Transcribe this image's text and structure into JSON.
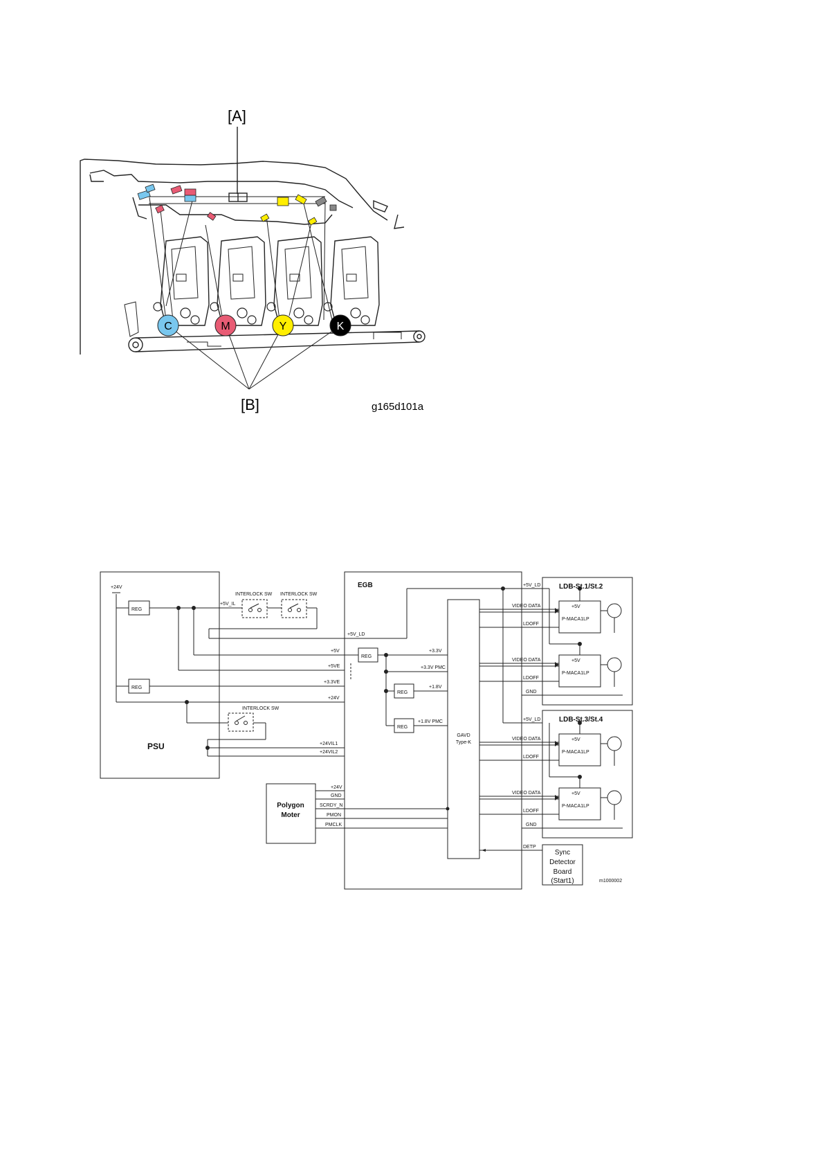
{
  "figure1": {
    "label_a": "[A]",
    "label_b": "[B]",
    "code": "g165d101a",
    "drums": [
      {
        "letter": "C",
        "color": "#79c7ee"
      },
      {
        "letter": "M",
        "color": "#e85b74"
      },
      {
        "letter": "Y",
        "color": "#ffee00"
      },
      {
        "letter": "K",
        "color": "#000000"
      }
    ],
    "mirror_colors": {
      "cyan": "#79c7ee",
      "magenta": "#e85b74",
      "yellow": "#ffee00",
      "black": "#888888"
    }
  },
  "figure2": {
    "code": "m1000002",
    "psu": {
      "title": "PSU",
      "v24": "+24V",
      "reg1": "REG",
      "reg2": "REG",
      "interlock1": "INTERLOCK SW",
      "interlock2": "INTERLOCK SW",
      "interlock3": "INTERLOCK SW",
      "signals": [
        "+5V_IL",
        "+5V_LD",
        "+5V",
        "+5VE",
        "+3.3VE",
        "+24V",
        "+24VIL1",
        "+24VIL2"
      ]
    },
    "egb": {
      "title": "EGB",
      "reg_main": "REG",
      "reg_a": "REG",
      "reg_b": "REG",
      "v33": "+3.3V",
      "v33pmc": "+3.3V PMC",
      "v18": "+1.8V",
      "v18pmc": "+1.8V PMC",
      "gavd": "GAVD",
      "gavd_type": "Type-K"
    },
    "motor": {
      "title1": "Polygon",
      "title2": "Moter",
      "signals": [
        "+24V",
        "GND",
        "SCRDY_N",
        "PMON",
        "PMCLK"
      ]
    },
    "ldb1": {
      "title": "LDB-St.1/St.2",
      "top_signal": "+5V_LD",
      "ch1": {
        "video": "VIDEO DATA",
        "ldoff": "LDOFF",
        "v5": "+5V",
        "chip": "P-MACA1LP"
      },
      "ch2": {
        "video": "VIDEO DATA",
        "ldoff": "LDOFF",
        "v5": "+5V",
        "chip": "P-MACA1LP"
      },
      "gnd": "GND"
    },
    "ldb2": {
      "title": "LDB-St.3/St.4",
      "top_signal": "+5V_LD",
      "ch1": {
        "video": "VIDEO DATA",
        "ldoff": "LDOFF",
        "v5": "+5V",
        "chip": "P-MACA1LP"
      },
      "ch2": {
        "video": "VIDEO DATA",
        "ldoff": "LDOFF",
        "v5": "+5V",
        "chip": "P-MACA1LP"
      },
      "gnd": "GND"
    },
    "sync": {
      "signal": "DETP",
      "line1": "Sync",
      "line2": "Detector",
      "line3": "Board",
      "line4": "(Start1)"
    }
  }
}
